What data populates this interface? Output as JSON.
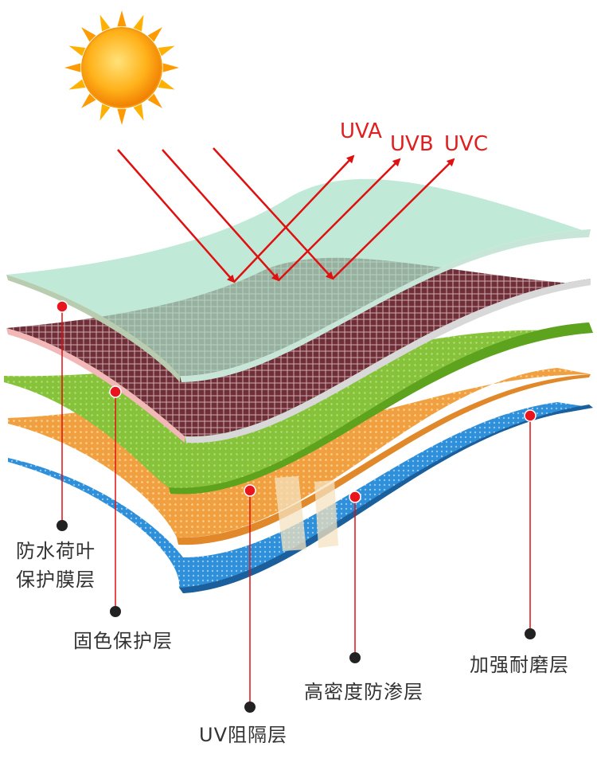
{
  "uv_rays": [
    "UVA",
    "UVB",
    "UVC"
  ],
  "layers": [
    {
      "label_lines": [
        "防水荷叶",
        "保护膜层"
      ],
      "color": "#a9e0c8"
    },
    {
      "label_lines": [
        "固色保护层"
      ],
      "color": "#7a3a40"
    },
    {
      "label_lines": [
        "UV阻隔层"
      ],
      "color": "#8cc63f"
    },
    {
      "label_lines": [
        "高密度防渗层"
      ],
      "color": "#f0a040"
    },
    {
      "label_lines": [
        "加强耐磨层"
      ],
      "color": "#2f8fd8"
    }
  ],
  "colors": {
    "ray": "#e01010",
    "leader": "#e01010",
    "marker_dot": "#e8141e",
    "anchor_dot": "#222222",
    "text": "#333333"
  },
  "icons": {
    "sun": "sun-icon"
  }
}
